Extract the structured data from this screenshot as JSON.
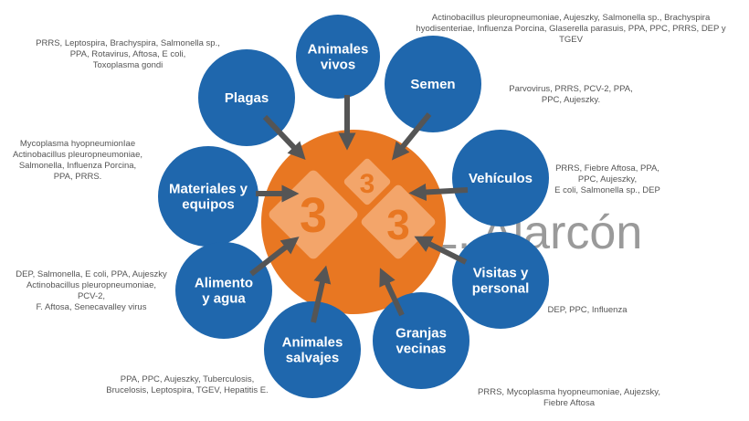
{
  "watermark": "L. Alarcón",
  "center": {
    "badge_text": "3"
  },
  "colors": {
    "circle": "#1f67ad",
    "center": "#e87722",
    "arrow": "#555555",
    "diamond": "#f3a56a"
  },
  "sources": [
    {
      "id": "animales-vivos",
      "label": [
        "Animales",
        "vivos"
      ],
      "notes": [
        "Actinobacillus pleuropneumoniae, Aujeszky, Salmonella sp., Brachyspira",
        "hyodisenteriae, Influenza Porcina, Glaserella parasuis, PPA, PPC, PRRS, DEP y",
        "TGEV"
      ]
    },
    {
      "id": "semen",
      "label": [
        "Semen"
      ],
      "notes": [
        "Parvovirus, PRRS, PCV-2, PPA,",
        "PPC, Aujeszky."
      ]
    },
    {
      "id": "plagas",
      "label": [
        "Plagas"
      ],
      "notes": [
        "PRRS, Leptospira, Brachyspira, Salmonella sp.,",
        "PPA, Rotavirus, Aftosa, E coli,",
        "Toxoplasma gondi"
      ]
    },
    {
      "id": "vehiculos",
      "label": [
        "Vehículos"
      ],
      "notes": [
        "PRRS, Fiebre Aftosa, PPA,",
        "PPC, Aujeszky,",
        "E coli, Salmonella sp., DEP"
      ]
    },
    {
      "id": "materiales",
      "label": [
        "Materiales y",
        "equipos"
      ],
      "notes": [
        "Mycoplasma hyopneumionIae",
        "Actinobacillus pleuropneumoniae,",
        "Salmonella, Influenza Porcina,",
        "PPA, PRRS."
      ]
    },
    {
      "id": "visitas",
      "label": [
        "Visitas y",
        "personal"
      ],
      "notes": [
        "DEP, PPC, Influenza"
      ]
    },
    {
      "id": "alimento",
      "label": [
        "Alimento",
        "y agua"
      ],
      "notes": [
        "DEP, Salmonella, E coli, PPA, Aujeszky",
        "Actinobacillus pleuropneumoniae,",
        "PCV-2,",
        "F. Aftosa, Senecavalley virus"
      ]
    },
    {
      "id": "granjas",
      "label": [
        "Granjas",
        "vecinas"
      ],
      "notes": [
        "PRRS, Mycoplasma hyopneumoniae, Aujezsky,",
        "Fiebre Aftosa"
      ]
    },
    {
      "id": "salvajes",
      "label": [
        "Animales",
        "salvajes"
      ],
      "notes": [
        "PPA, PPC, Aujeszky, Tuberculosis,",
        "Brucelosis, Leptospira, TGEV,  Hepatitis E."
      ]
    }
  ]
}
